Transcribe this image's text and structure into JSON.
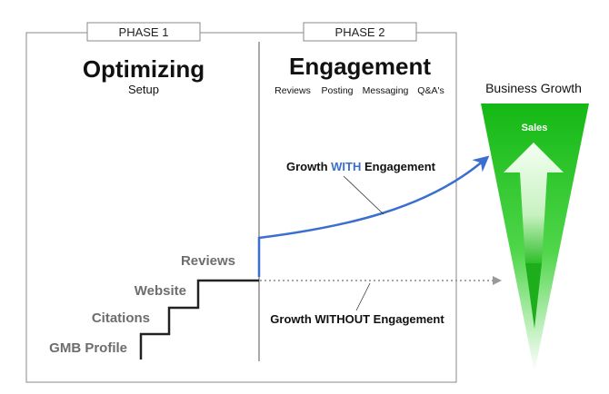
{
  "phases": [
    {
      "tab": "PHASE 1",
      "title": "Optimizing",
      "subtitle": "Setup"
    },
    {
      "tab": "PHASE 2",
      "title": "Engagement",
      "activities": [
        "Reviews",
        "Posting",
        "Messaging",
        "Q&A's"
      ]
    }
  ],
  "steps": [
    "GMB Profile",
    "Citations",
    "Website",
    "Reviews"
  ],
  "growth_with": {
    "before": "Growth ",
    "accent": "WITH",
    "after": " Engagement",
    "accent_color": "#3a6fcf"
  },
  "growth_without": {
    "label": "Growth WITHOUT Engagement"
  },
  "funnel": {
    "title": "Business Growth",
    "label": "Sales",
    "color_top": "#22c21e",
    "color_bottom": "#ffffff"
  },
  "colors": {
    "frame": "#888888",
    "staircase": "#222222",
    "steps_text": "#6d6d6d",
    "curve": "#3a6fcf",
    "dotted": "#999999"
  }
}
